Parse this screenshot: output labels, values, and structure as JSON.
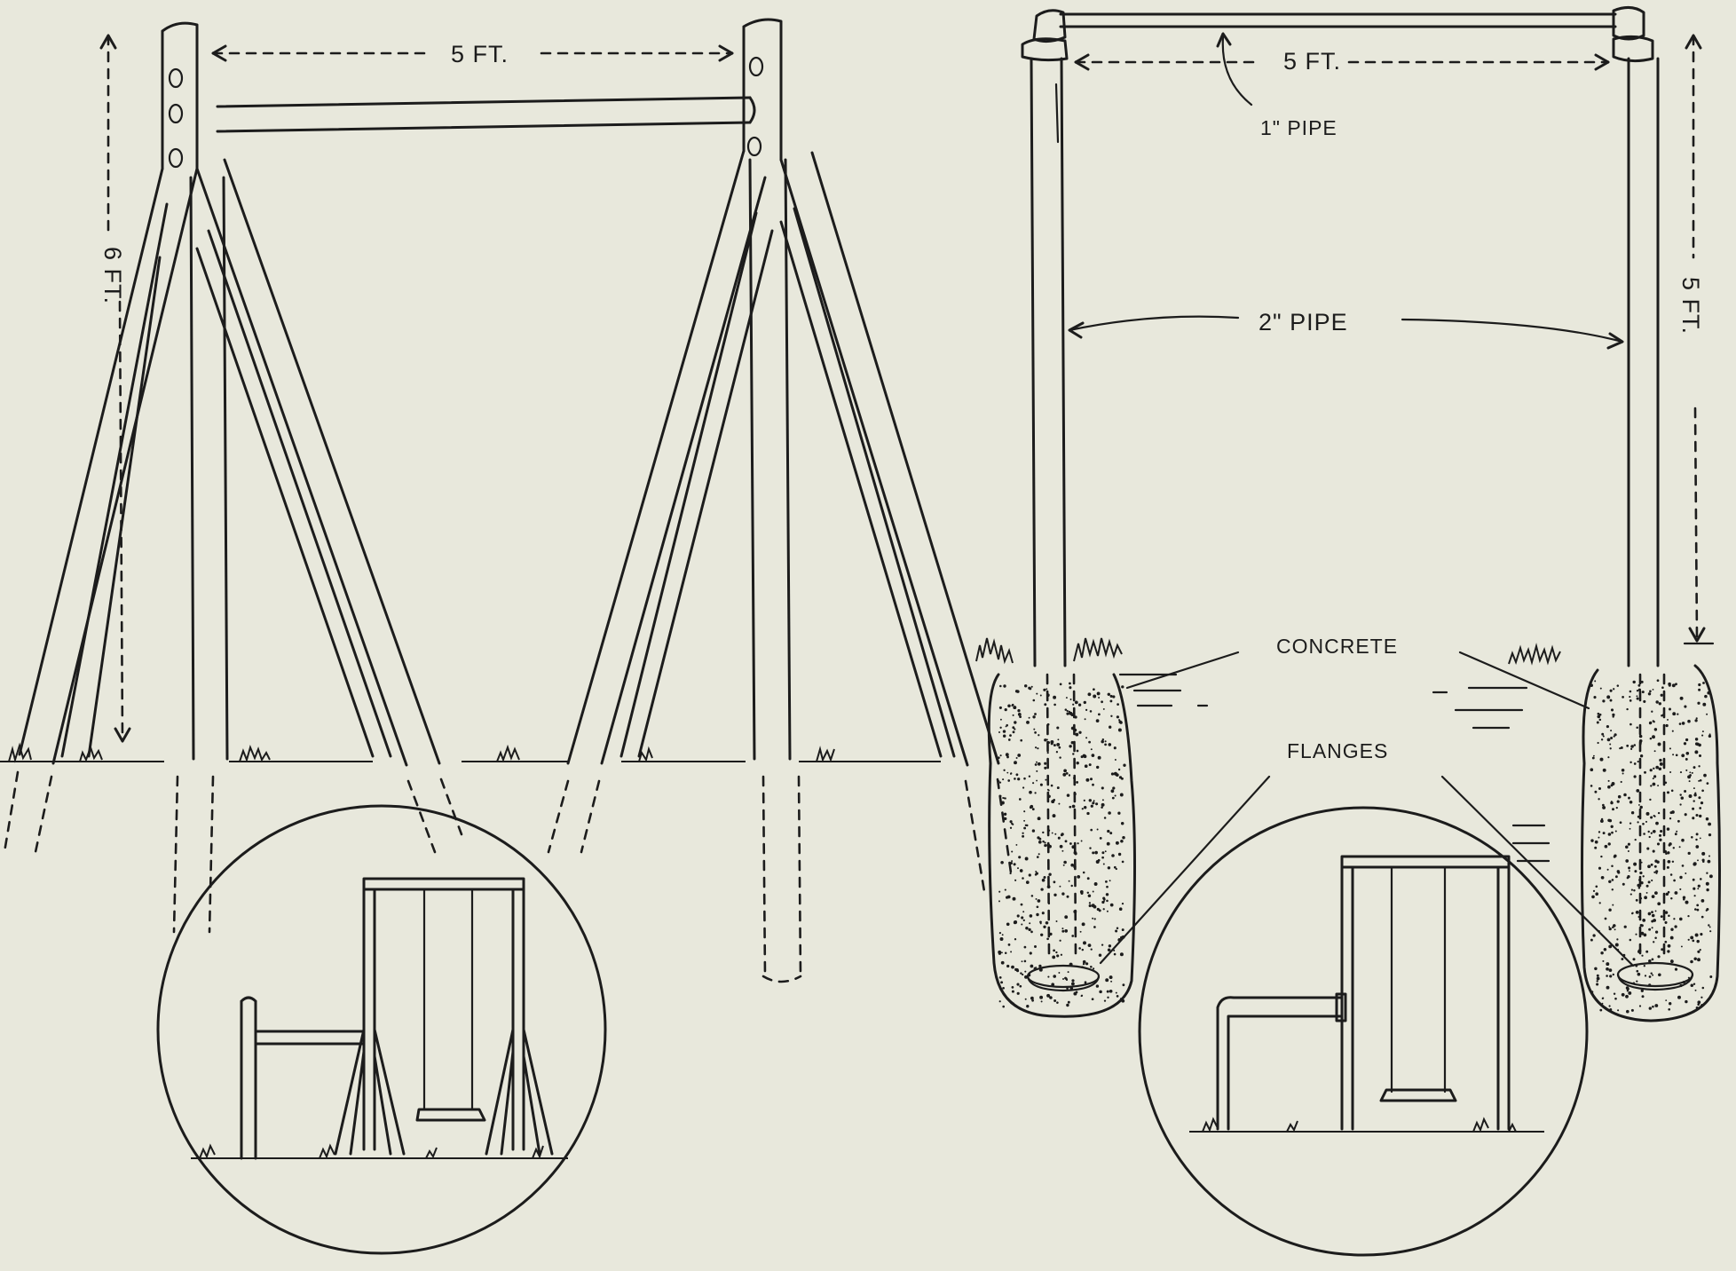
{
  "wood_swing": {
    "width_label": "5 FT.",
    "height_label": "6 FT."
  },
  "pipe_swing": {
    "width_label": "5 FT.",
    "height_label": "5 FT.",
    "crossbar_label": "1\" PIPE",
    "upright_label": "2\" PIPE",
    "concrete_label": "CONCRETE",
    "flanges_label": "FLANGES"
  },
  "colors": {
    "paper": "#e8e8dc",
    "ink": "#1c1c1c"
  }
}
